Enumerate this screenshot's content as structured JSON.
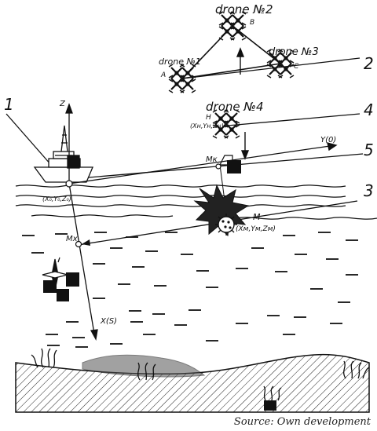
{
  "drones": {
    "d2": {
      "label": "drone №2",
      "point": "B"
    },
    "d3": {
      "label": "drone №3",
      "point": "C"
    },
    "d1": {
      "label": "drone №1",
      "point": "A"
    },
    "d4": {
      "label": "drone №4",
      "point": "H",
      "coords": "(Xн,Yн,Zн)"
    }
  },
  "line_numbers": {
    "n1": "1",
    "n2": "2",
    "n3": "3",
    "n4": "4",
    "n5": "5"
  },
  "axes": {
    "z": "Z",
    "y": "Y(0)",
    "x": "X(S)"
  },
  "points": {
    "ship_origin": "(X₀,Y₀,Z₀)",
    "Mk": "Mк",
    "Mt": "M",
    "Mt_coords": "(Xм,Yм,Zм)",
    "Mx": "Mх"
  },
  "source": "Source: Own development"
}
